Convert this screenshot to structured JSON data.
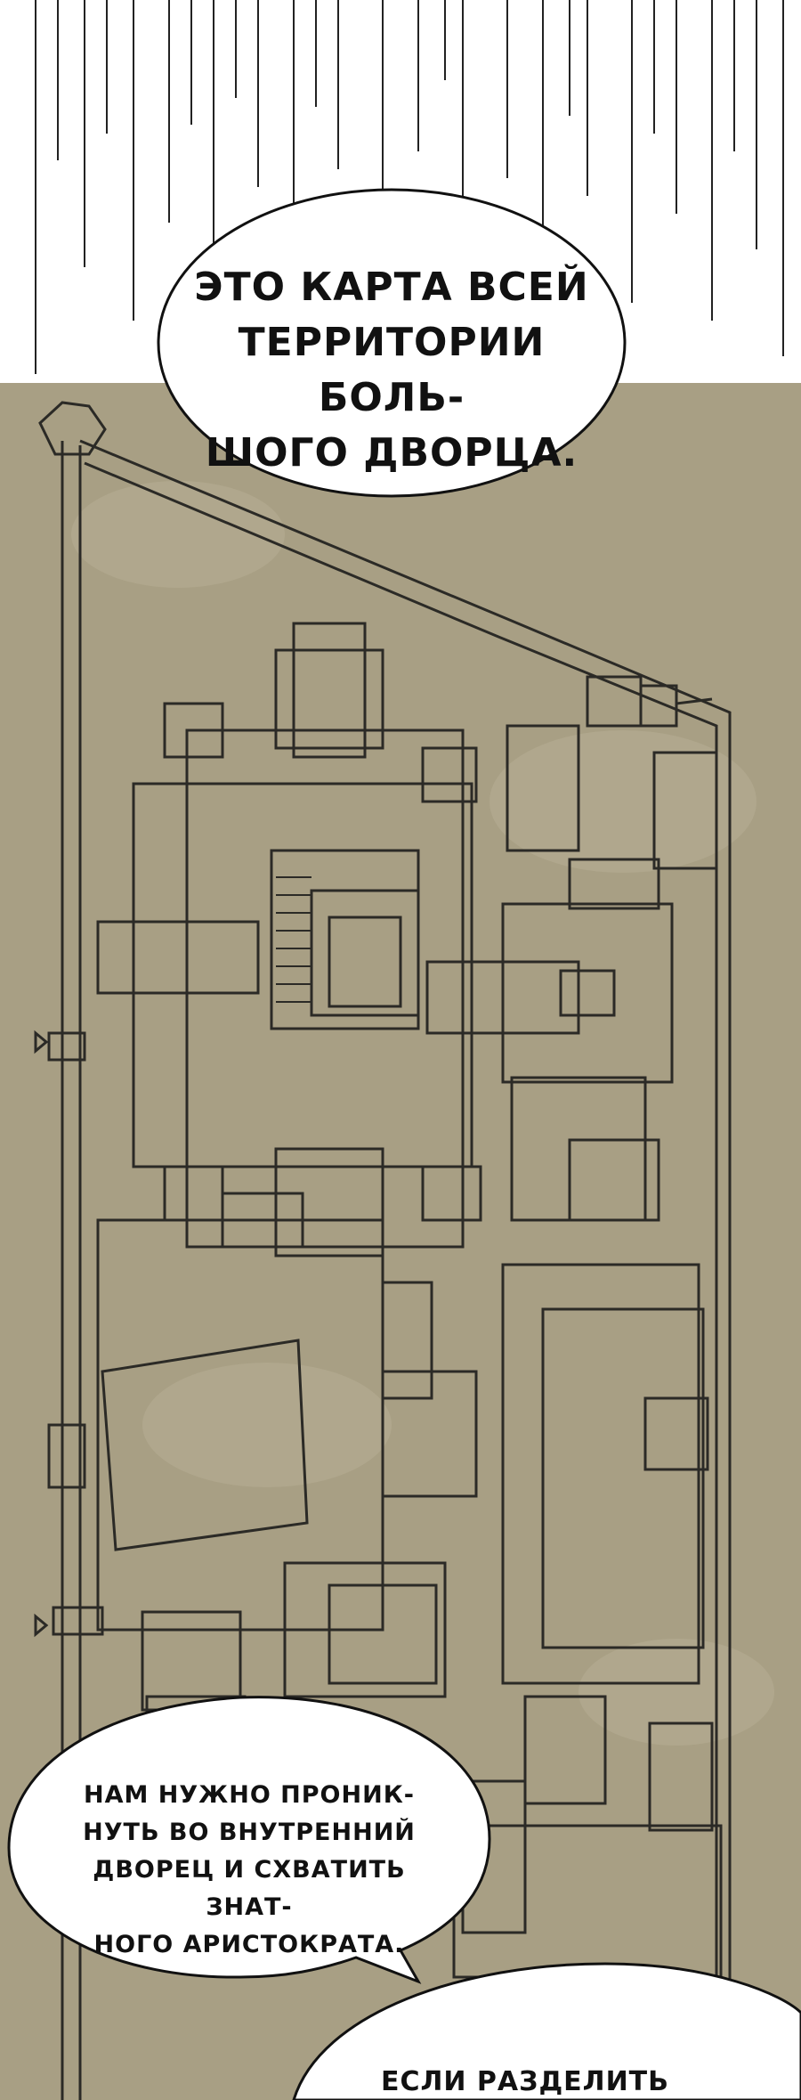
{
  "panel": {
    "speech": [
      {
        "id": "bubble-1",
        "lines": [
          "ЭТО КАРТА ВСЕЙ",
          "ТЕРРИТОРИИ БОЛЬ-",
          "ШОГО ДВОРЦА."
        ]
      },
      {
        "id": "bubble-2",
        "lines": [
          "НАМ НУЖНО ПРОНИК-",
          "НУТЬ ВО ВНУТРЕННИЙ",
          "ДВОРЕЦ И СХВАТИТЬ ЗНАТ-",
          "НОГО АРИСТОКРАТА."
        ]
      },
      {
        "id": "bubble-3",
        "lines": [
          "ЕСЛИ РАЗДЕЛИТЬ"
        ]
      }
    ]
  },
  "colors": {
    "parchment": "#a89f84",
    "ink": "#2b2a26",
    "bubble": "#ffffff"
  }
}
